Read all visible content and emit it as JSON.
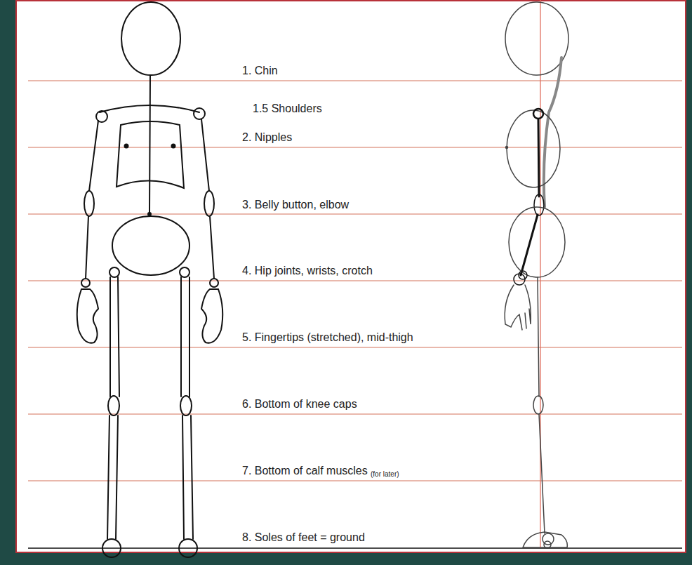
{
  "diagram": {
    "labels": [
      "1. Chin",
      "1.5 Shoulders",
      "2. Nipples",
      "3. Belly button, elbow",
      "4. Hip joints, wrists, crotch",
      "5. Fingertips (stretched), mid-thigh",
      "6. Bottom of knee caps",
      "7. Bottom of calf muscles",
      "(for later)",
      "8. Soles of feet = ground"
    ]
  }
}
